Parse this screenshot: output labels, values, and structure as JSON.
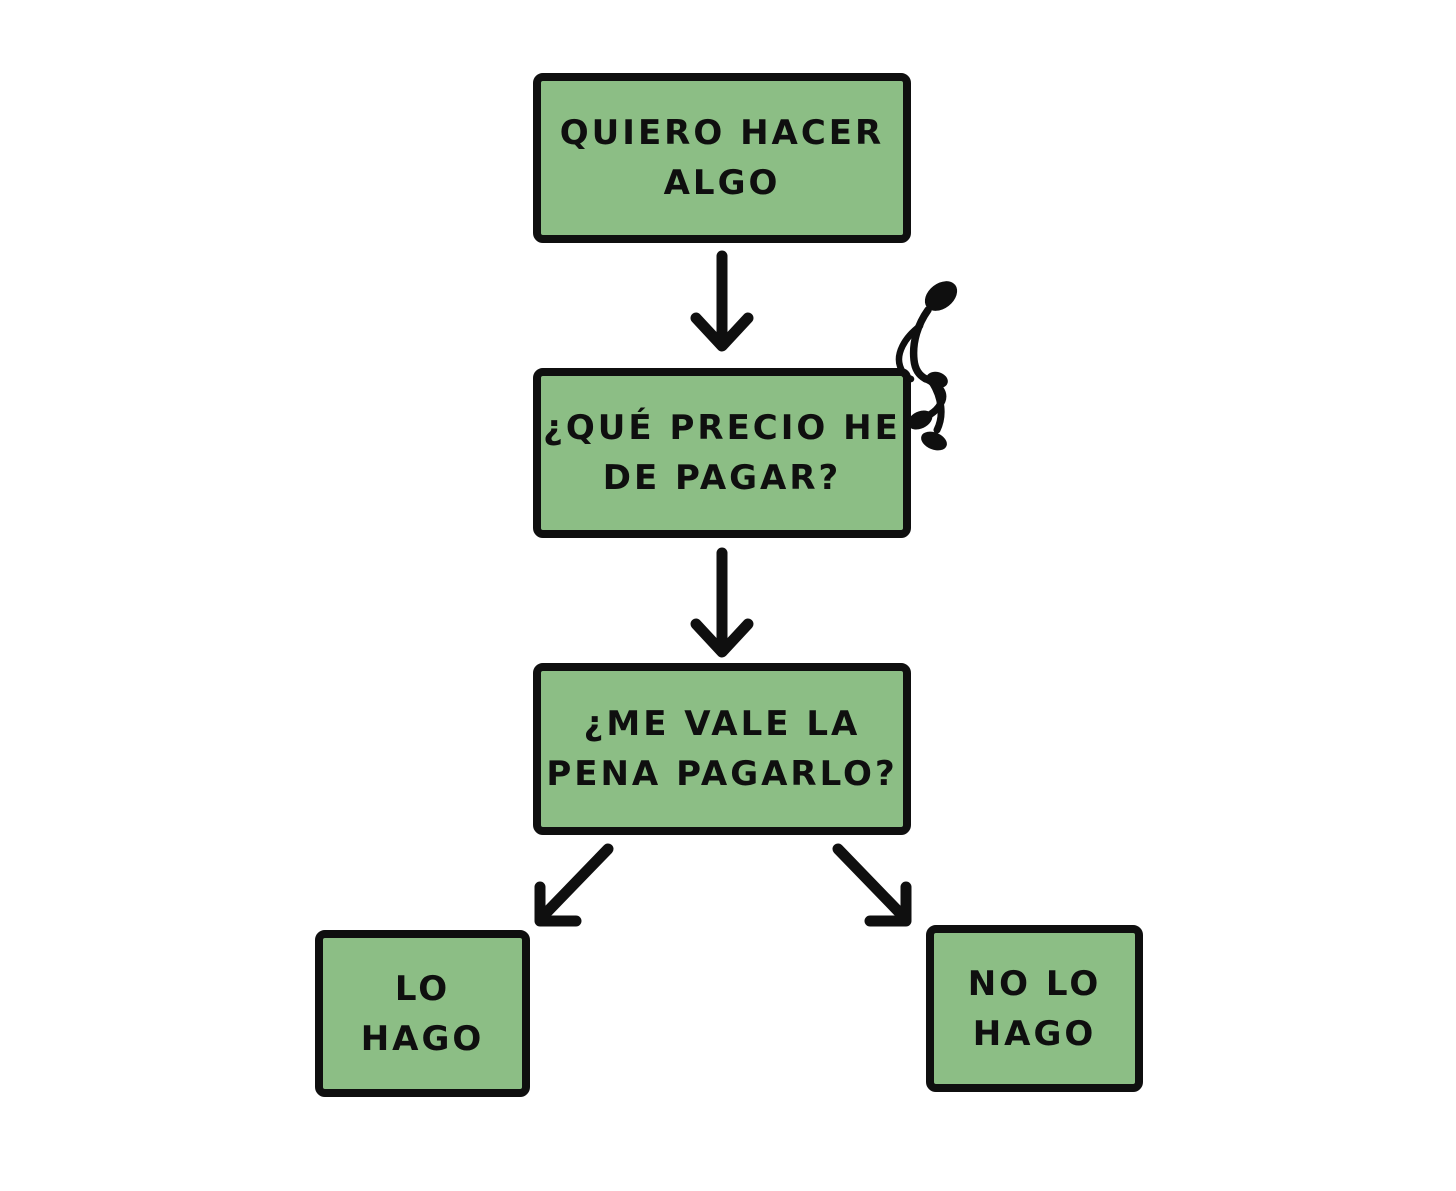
{
  "title": "Decision flowchart: quiero hacer algo",
  "colors": {
    "box_fill": "#8cbe85",
    "box_border": "#0f0f0f",
    "arrow": "#0f0f0f",
    "background": "#ffffff",
    "text": "#0f0f0f"
  },
  "flowchart": {
    "nodes": [
      {
        "id": "start",
        "lines": [
          "QUIERO HACER",
          "ALGO"
        ]
      },
      {
        "id": "price",
        "lines": [
          "¿QUÉ PRECIO HE",
          "DE PAGAR?"
        ]
      },
      {
        "id": "worth",
        "lines": [
          "¿ME VALE LA",
          "PENA PAGARLO?"
        ]
      },
      {
        "id": "do",
        "lines": [
          "LO",
          "HAGO"
        ]
      },
      {
        "id": "dont",
        "lines": [
          "NO LO",
          "HAGO"
        ]
      }
    ],
    "edges": [
      {
        "from": "start",
        "to": "price",
        "shape": "vertical-arrow"
      },
      {
        "from": "price",
        "to": "worth",
        "shape": "vertical-arrow"
      },
      {
        "from": "worth",
        "to": "do",
        "shape": "diagonal-left-arrow"
      },
      {
        "from": "worth",
        "to": "dont",
        "shape": "diagonal-right-arrow"
      }
    ],
    "decorations": [
      {
        "id": "stick-figure",
        "description": "dejected stick figure sitting on top-right corner of the price box"
      }
    ]
  }
}
